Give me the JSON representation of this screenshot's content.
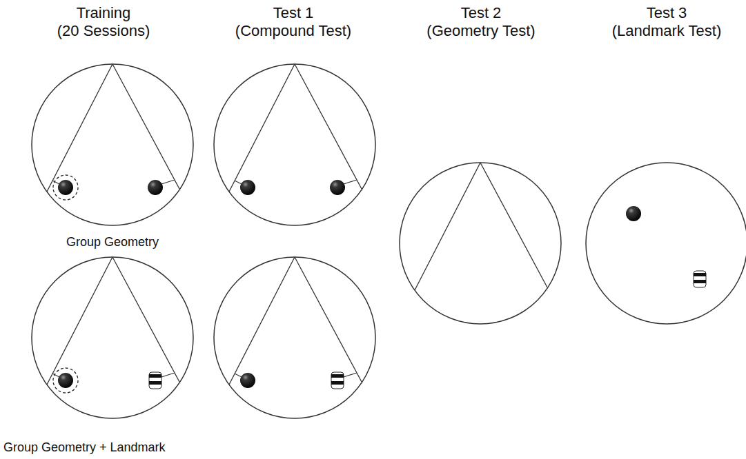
{
  "diagram": {
    "labels": [
      "Training (20 Sessions)",
      "Test 1 (Compound Test)",
      "Test 2 (Geometry Test)",
      "Test 3 (Landmark Test)",
      "Group Geometry",
      "Group Geometry + Landmark"
    ]
  }
}
